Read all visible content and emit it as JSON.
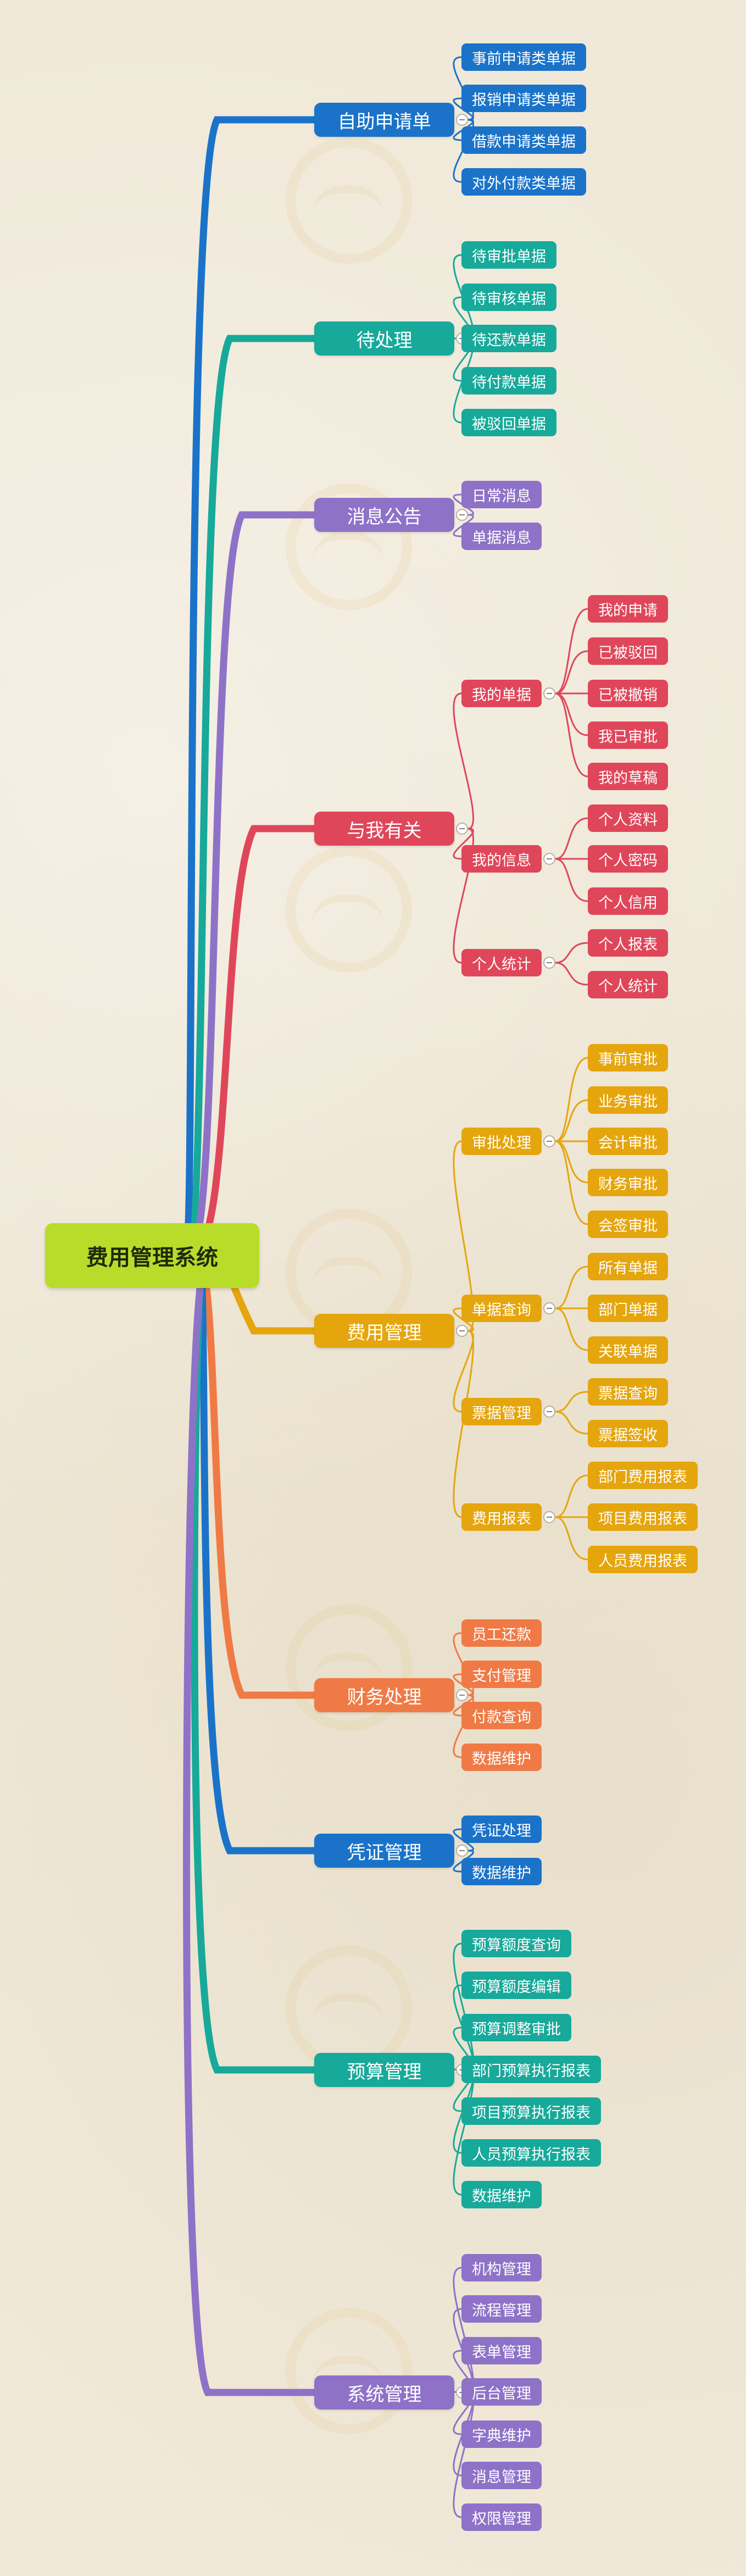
{
  "root": {
    "label": "费用管理系统",
    "color": "#b8dc2a"
  },
  "branches": [
    {
      "label": "自助申请单",
      "color": "#1a73c9",
      "wire": "#1a73c9",
      "children": [
        {
          "label": "事前申请类单据"
        },
        {
          "label": "报销申请类单据"
        },
        {
          "label": "借款申请类单据"
        },
        {
          "label": "对外付款类单据"
        }
      ]
    },
    {
      "label": "待处理",
      "color": "#17a99a",
      "wire": "#17a99a",
      "children": [
        {
          "label": "待审批单据"
        },
        {
          "label": "待审核单据"
        },
        {
          "label": "待还款单据"
        },
        {
          "label": "待付款单据"
        },
        {
          "label": "被驳回单据"
        }
      ]
    },
    {
      "label": "消息公告",
      "color": "#8e72c8",
      "wire": "#8e72c8",
      "children": [
        {
          "label": "日常消息"
        },
        {
          "label": "单据消息"
        }
      ]
    },
    {
      "label": "与我有关",
      "color": "#e0465a",
      "wire": "#e0465a",
      "children": [
        {
          "label": "我的单据",
          "children": [
            {
              "label": "我的申请"
            },
            {
              "label": "已被驳回"
            },
            {
              "label": "已被撤销"
            },
            {
              "label": "我已审批"
            },
            {
              "label": "我的草稿"
            }
          ]
        },
        {
          "label": "我的信息",
          "children": [
            {
              "label": "个人资料"
            },
            {
              "label": "个人密码"
            },
            {
              "label": "个人信用"
            }
          ]
        },
        {
          "label": "个人统计",
          "children": [
            {
              "label": "个人报表"
            },
            {
              "label": "个人统计"
            }
          ]
        }
      ]
    },
    {
      "label": "费用管理",
      "color": "#e5a50d",
      "wire": "#e5a50d",
      "children": [
        {
          "label": "审批处理",
          "children": [
            {
              "label": "事前审批"
            },
            {
              "label": "业务审批"
            },
            {
              "label": "会计审批"
            },
            {
              "label": "财务审批"
            },
            {
              "label": "会签审批"
            }
          ]
        },
        {
          "label": "单据查询",
          "children": [
            {
              "label": "所有单据"
            },
            {
              "label": "部门单据"
            },
            {
              "label": "关联单据"
            }
          ]
        },
        {
          "label": "票据管理",
          "children": [
            {
              "label": "票据查询"
            },
            {
              "label": "票据签收"
            }
          ]
        },
        {
          "label": "费用报表",
          "children": [
            {
              "label": "部门费用报表"
            },
            {
              "label": "项目费用报表"
            },
            {
              "label": "人员费用报表"
            }
          ]
        }
      ]
    },
    {
      "label": "财务处理",
      "color": "#f07a45",
      "wire": "#f07a45",
      "children": [
        {
          "label": "员工还款"
        },
        {
          "label": "支付管理"
        },
        {
          "label": "付款查询"
        },
        {
          "label": "数据维护"
        }
      ]
    },
    {
      "label": "凭证管理",
      "color": "#1a73c9",
      "wire": "#1a73c9",
      "children": [
        {
          "label": "凭证处理"
        },
        {
          "label": "数据维护"
        }
      ]
    },
    {
      "label": "预算管理",
      "color": "#17a99a",
      "wire": "#17a99a",
      "children": [
        {
          "label": "预算额度查询"
        },
        {
          "label": "预算额度编辑"
        },
        {
          "label": "预算调整审批"
        },
        {
          "label": "部门预算执行报表"
        },
        {
          "label": "项目预算执行报表"
        },
        {
          "label": "人员预算执行报表"
        },
        {
          "label": "数据维护"
        }
      ]
    },
    {
      "label": "系统管理",
      "color": "#8e72c8",
      "wire": "#8e72c8",
      "children": [
        {
          "label": "机构管理"
        },
        {
          "label": "流程管理"
        },
        {
          "label": "表单管理"
        },
        {
          "label": "后台管理"
        },
        {
          "label": "字典维护"
        },
        {
          "label": "消息管理"
        },
        {
          "label": "权限管理"
        }
      ]
    }
  ]
}
